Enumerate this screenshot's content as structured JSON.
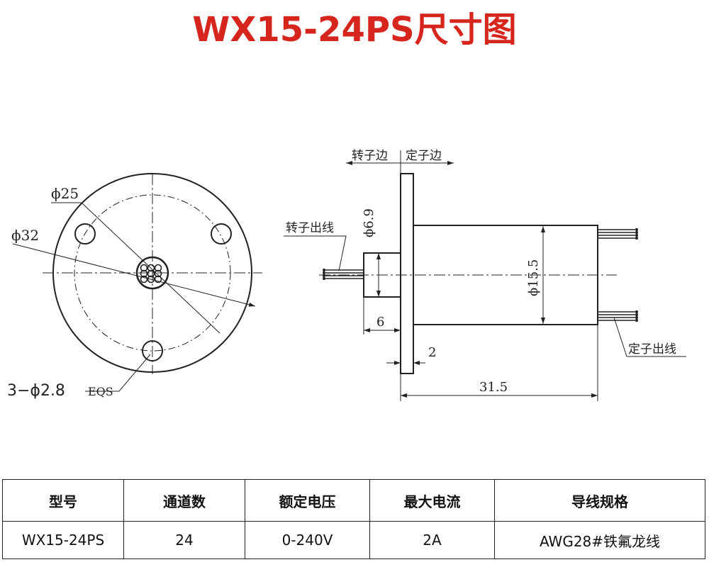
{
  "title": "WX15-24PS尺寸图",
  "colors": {
    "title": "#d6251c",
    "line": "#222222"
  },
  "front_view": {
    "dim_d25": "ϕ25",
    "dim_d32": "ϕ32",
    "holes_label": "3−ϕ2.8",
    "holes_note": "EQS"
  },
  "side_view": {
    "rotor_side": "转子边",
    "stator_side": "定子边",
    "rotor_leads": "转子出线",
    "stator_leads": "定子出线",
    "dim_d6_9": "ϕ6.9",
    "dim_d15_5": "ϕ15.5",
    "dim_6": "6",
    "dim_2": "2",
    "dim_31_5": "31.5"
  },
  "spec_table": {
    "headers": [
      "型号",
      "通道数",
      "额定电压",
      "最大电流",
      "导线规格"
    ],
    "row": [
      "WX15-24PS",
      "24",
      "0-240V",
      "2A",
      "AWG28#铁氟龙线"
    ]
  }
}
